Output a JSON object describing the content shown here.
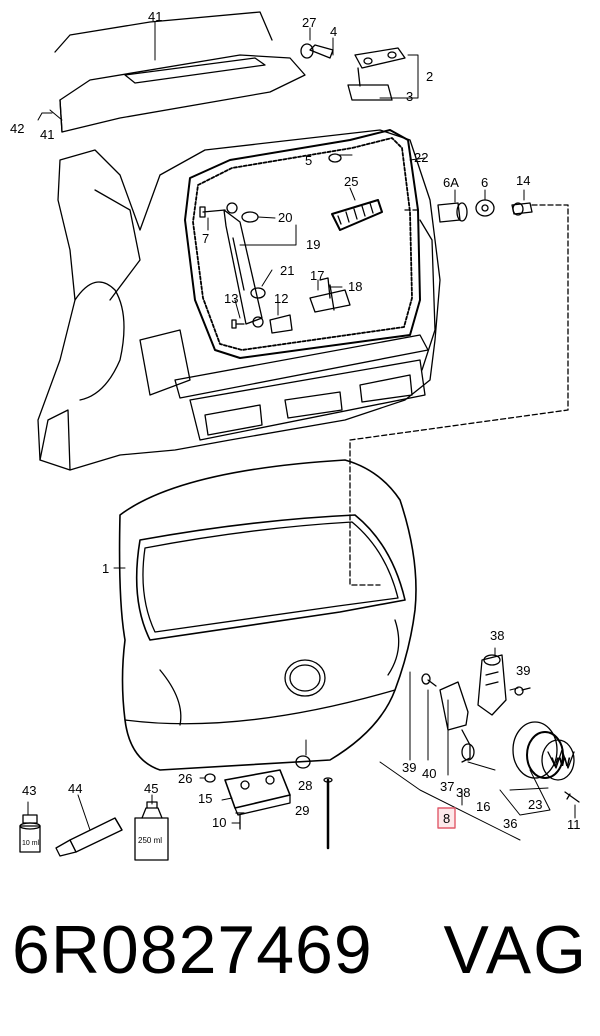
{
  "callouts": {
    "c1": "1",
    "c2": "2",
    "c3": "3",
    "c4": "4",
    "c5": "5",
    "c6": "6",
    "c6a": "6A",
    "c7": "7",
    "c8": "8",
    "c10": "10",
    "c11": "11",
    "c12": "12",
    "c13": "13",
    "c14": "14",
    "c15": "15",
    "c16": "16",
    "c17": "17",
    "c18": "18",
    "c19": "19",
    "c20": "20",
    "c21": "21",
    "c22": "22",
    "c23": "23",
    "c25": "25",
    "c26": "26",
    "c27": "27",
    "c28": "28",
    "c29": "29",
    "c36": "36",
    "c37": "37",
    "c38a": "38",
    "c38b": "38",
    "c39a": "39",
    "c39b": "39",
    "c40": "40",
    "c41a": "41",
    "c41b": "41",
    "c42": "42",
    "c43": "43",
    "c44": "44",
    "c45": "45"
  },
  "container_labels": {
    "small_tube": "10 ml",
    "bottle": "250 ml"
  },
  "emblem_text": "VW",
  "highlight_color": "#e05a6a",
  "caption": {
    "part_number": "6R0827469",
    "brand": "VAG"
  }
}
